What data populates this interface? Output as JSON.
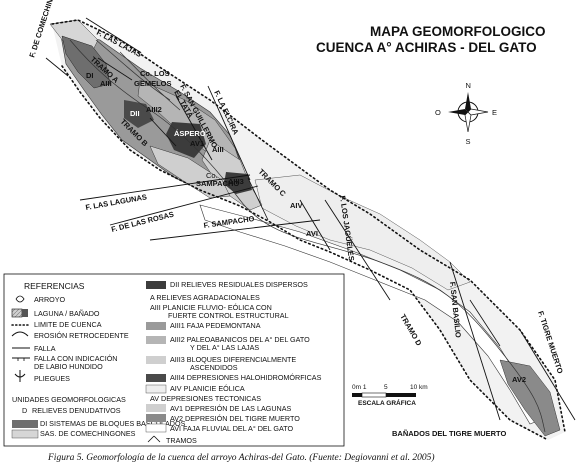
{
  "title": {
    "line1": "MAPA GEOMORFOLOGICO",
    "line2": "CUENCA A° ACHIRAS - DEL GATO"
  },
  "caption": "Figura 5. Geomorfología de la cuenca del arroyo Achiras-del Gato. (Fuente: Degiovanni et al. 2005)",
  "compass": {
    "n": "N",
    "s": "S",
    "e": "E",
    "o": "O"
  },
  "scale": {
    "t0": "0m 1",
    "t5": "5",
    "t10": "10 km",
    "label": "ESCALA GRÁFICA"
  },
  "map_labels": {
    "comechingones": "F. DE COMECHINGONES",
    "lajas": "F. LAS LAJAS",
    "gemelos1": "Co. LOS",
    "gemelos2": "GEMELOS",
    "sanguillermo": "F. SAN GUILLERMO",
    "tata": "EL TATÁ",
    "elcira": "F. LA ELCIRA",
    "aspero": "ÁSPERO",
    "sampacho_co1": "Co.",
    "sampacho_co2": "SAMPACHO",
    "lagunas": "F. LAS LAGUNAS",
    "rosas": "F. DE LAS ROSAS",
    "sampacho_f": "F. SAMPACHO",
    "jagueles": "F. LOS JAGÜELES",
    "sanbasilio": "F. SAN BASILIO",
    "tigremuerto": "F. TIGRE MUERTO",
    "banados": "BAÑADOS DEL TIGRE MUERTO",
    "tramo_a": "TRAMO A",
    "tramo_b": "TRAMO B",
    "tramo_c": "TRAMO C",
    "tramo_d": "TRAMO D",
    "di": "DI",
    "dii": "DII",
    "aiii1a": "AIII",
    "aiii1b": "AIII",
    "aiii2": "AIII2",
    "aiii3": "AIII3",
    "av1": "AV1",
    "aiv": "AIV",
    "avi": "AVI",
    "av2": "AV2"
  },
  "legend": {
    "heading": "REFERENCIAS",
    "left": [
      "ARROYO",
      "LAGUNA / BAÑADO",
      "LIMITE DE CUENCA",
      "EROSIÓN RETROCEDENTE",
      "FALLA",
      "FALLA CON INDICACIÓN",
      "DE LABIO HUNDIDO",
      "PLIEGUES",
      "UNIDADES GEOMORFOLOGICAS",
      "RELIEVES DENUDATIVOS",
      "DI SISTEMAS DE BLOQUES BASCULADOS",
      "SAS. DE COMECHINGONES"
    ],
    "d_letter": "D",
    "right": [
      "DII RELIEVES RESIDUALES DISPERSOS",
      "A  RELIEVES AGRADACIONALES",
      "AIII PLANICIE FLUVIO- EÓLICA CON",
      "FUERTE CONTROL ESTRUCTURAL",
      "AIII1 FAJA PEDEMONTANA",
      "AIII2 PALEOABANICOS DEL A° DEL GATO",
      "Y DEL A° LAS LAJAS",
      "AIII3 BLOQUES  DIFERENCIALMENTE",
      "ASCENDIDOS",
      "AIII4 DEPRESIONES HALOHIDROMÓRFICAS",
      "AIV  PLANICIE EÓLICA",
      "AV  DEPRESIONES TECTONICAS",
      "AV1 DEPRESIÓN DE LAS LAGUNAS",
      "AV2 DEPRESIÓN DEL TIGRE MUERTO",
      "AVI FAJA FLUVIAL DEL A° DEL GATO",
      "TRAMOS"
    ]
  }
}
